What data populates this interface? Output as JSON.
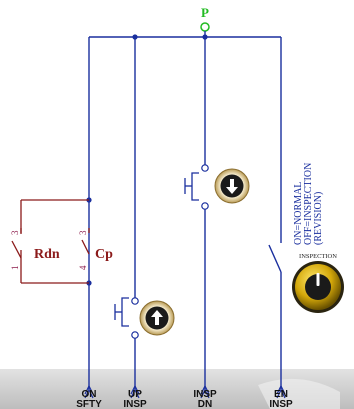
{
  "diagram": {
    "node_p_label": "P",
    "relay_rdn_label": "Rdn",
    "relay_cp_label": "Cp",
    "pin_numbers": {
      "rdn_top": "3",
      "rdn_bottom": "1",
      "cp_top": "3",
      "cp_bottom": "4"
    },
    "switch_note": [
      "ON=NORMAL",
      "OFF=INSPECTION",
      "(REVISION)"
    ],
    "inspection_knob_label": "INSPECTION",
    "terminals": [
      {
        "id": "on-sfty",
        "line1": "ON",
        "line2": "SFTY"
      },
      {
        "id": "up-insp",
        "line1": "UP",
        "line2": "INSP"
      },
      {
        "id": "insp-dn",
        "line1": "INSP",
        "line2": "DN"
      },
      {
        "id": "en-insp",
        "line1": "EN",
        "line2": "INSP"
      }
    ],
    "buttons": {
      "up": "up-arrow",
      "down": "down-arrow"
    },
    "colors": {
      "wire_blue": "#1a2f9e",
      "relay_red": "#8b1a1a",
      "node_green": "#22bb22",
      "label_pink": "#8b1a4a",
      "footer_gray": "#c8c8c8",
      "knob_gold": "#d4a80a"
    }
  }
}
